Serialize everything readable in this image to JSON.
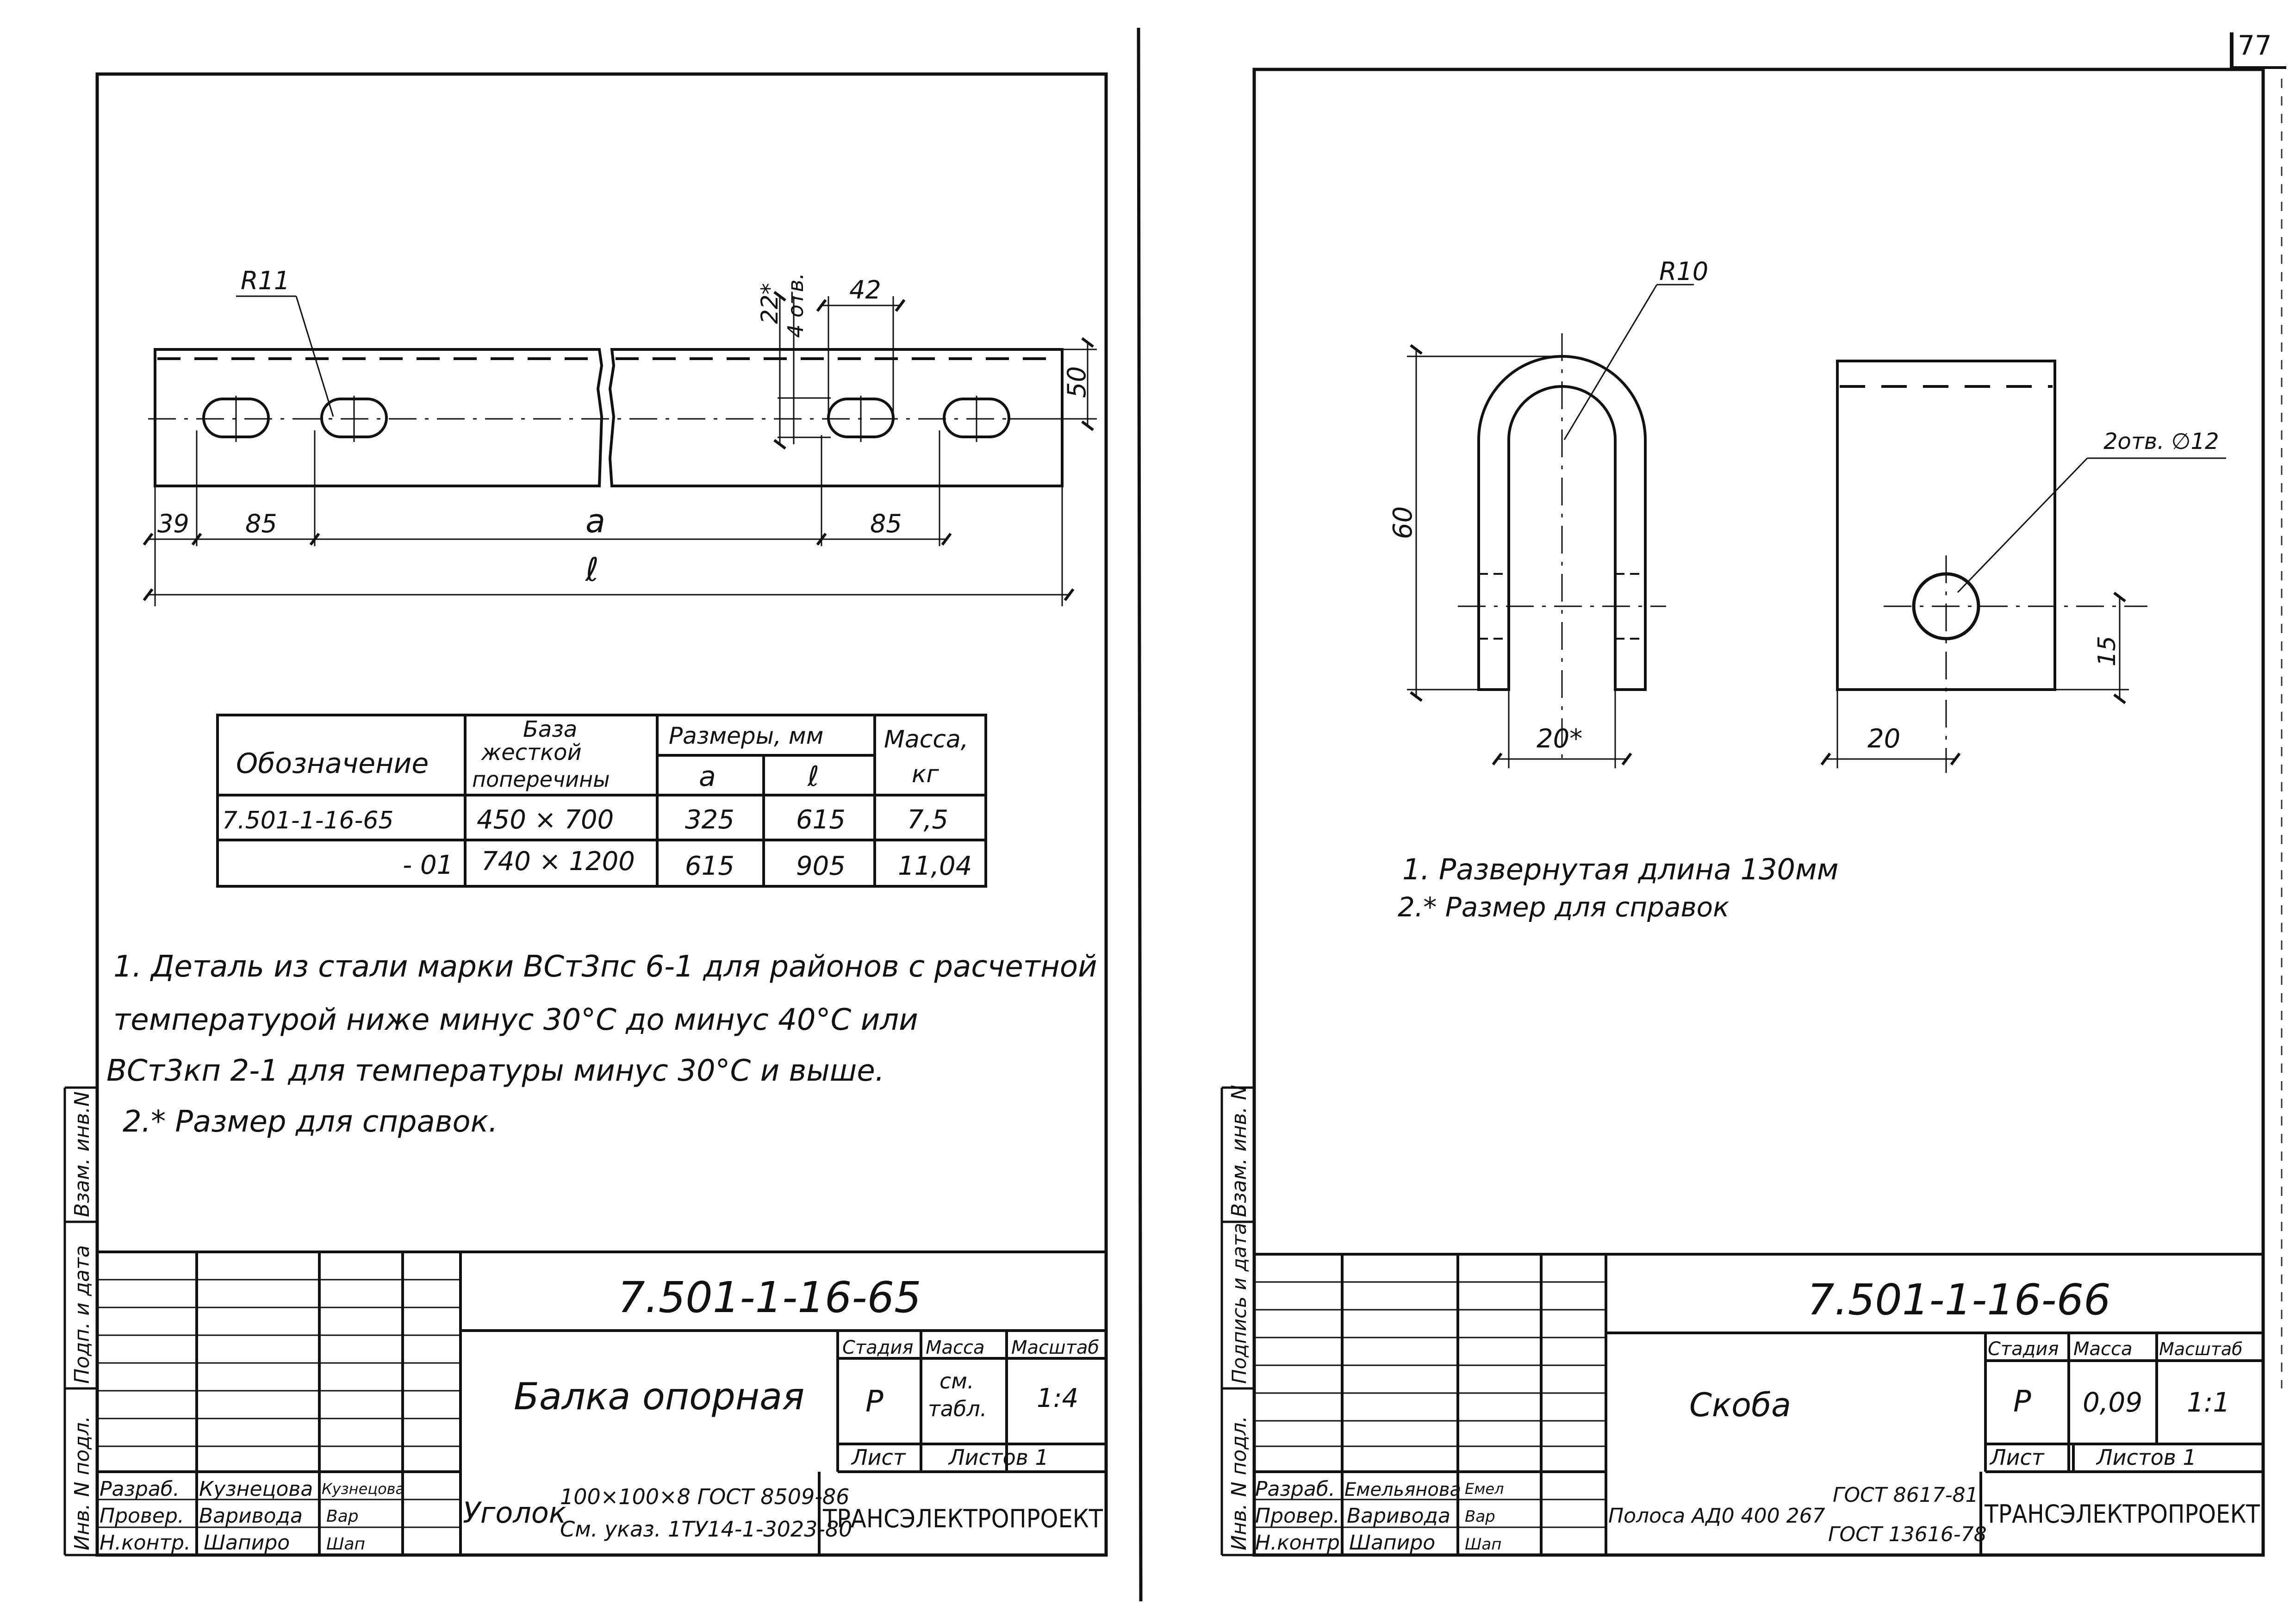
{
  "page_number": "77",
  "left_sheet": {
    "dims": {
      "r11": "R11",
      "d22": "22*",
      "holes4": "4 отв.",
      "d42": "42",
      "d50": "50",
      "d39": "39",
      "d85a": "85",
      "da": "a",
      "d85b": "85",
      "dl": "ℓ"
    },
    "table": {
      "h_designation": "Обозначение",
      "h_base_1": "База",
      "h_base_2": "жесткой",
      "h_base_3": "поперечины",
      "h_sizes": "Размеры, мм",
      "h_a": "a",
      "h_l": "ℓ",
      "h_mass_1": "Масса,",
      "h_mass_2": "кг",
      "rows": [
        {
          "designation": "7.501-1-16-65",
          "base": "450 × 700",
          "a": "325",
          "l": "615",
          "mass": "7,5"
        },
        {
          "designation": "- 01",
          "base": "740 × 1200",
          "a": "615",
          "l": "905",
          "mass": "11,04"
        }
      ]
    },
    "notes": [
      "1. Деталь из стали марки ВСт3пс 6-1 для районов с расчетной",
      "температурой ниже минус 30°С до минус 40°С или",
      "ВСт3кп 2-1 для температуры минус 30°С и выше.",
      "2.* Размер для справок."
    ],
    "side_labels": [
      "Взам. инв.N",
      "Подп. и дата",
      "Инв. N подл."
    ],
    "title_block": {
      "code": "7.501-1-16-65",
      "name": "Балка опорная",
      "h_stage": "Стадия",
      "h_mass": "Масса",
      "h_scale": "Масштаб",
      "stage": "Р",
      "mass_1": "см.",
      "mass_2": "табл.",
      "scale": "1:4",
      "sheet": "Лист",
      "sheets": "Листов 1",
      "material_label": "Уголок",
      "material_top": "100×100×8 ГОСТ 8509-86",
      "material_bottom": "См. указ. 1ТУ14-1-3023-80",
      "org": "ТРАНСЭЛЕКТРОПРОЕКТ",
      "roles": [
        {
          "role": "Разраб.",
          "name": "Кузнецова",
          "sign": "Кузнецова"
        },
        {
          "role": "Провер.",
          "name": "Варивода",
          "sign": "Вар"
        },
        {
          "role": "Н.контр.",
          "name": "Шапиро",
          "sign": "Шап"
        }
      ]
    }
  },
  "right_sheet": {
    "dims": {
      "r10": "R10",
      "holes": "2отв. ∅12",
      "d60": "60",
      "d20s": "20*",
      "d20": "20",
      "d15": "15"
    },
    "notes": [
      "1. Развернутая длина 130мм",
      "2.* Размер для справок"
    ],
    "side_labels": [
      "Взам. инв. N",
      "Подпись и дата",
      "Инв. N подл."
    ],
    "title_block": {
      "code": "7.501-1-16-66",
      "name": "Скоба",
      "h_stage": "Стадия",
      "h_mass": "Масса",
      "h_scale": "Масштаб",
      "stage": "Р",
      "mass": "0,09",
      "scale": "1:1",
      "sheet": "Лист",
      "sheets": "Листов 1",
      "material_label": "Полоса АД0 400 267",
      "material_top": "ГОСТ 8617-81",
      "material_bottom": "ГОСТ 13616-78",
      "org": "ТРАНСЭЛЕКТРОПРОЕКТ",
      "roles": [
        {
          "role": "Разраб.",
          "name": "Емельянова",
          "sign": "Емел"
        },
        {
          "role": "Провер.",
          "name": "Варивода",
          "sign": "Вар"
        },
        {
          "role": "Н.контр.",
          "name": "Шапиро",
          "sign": "Шап"
        }
      ]
    }
  }
}
